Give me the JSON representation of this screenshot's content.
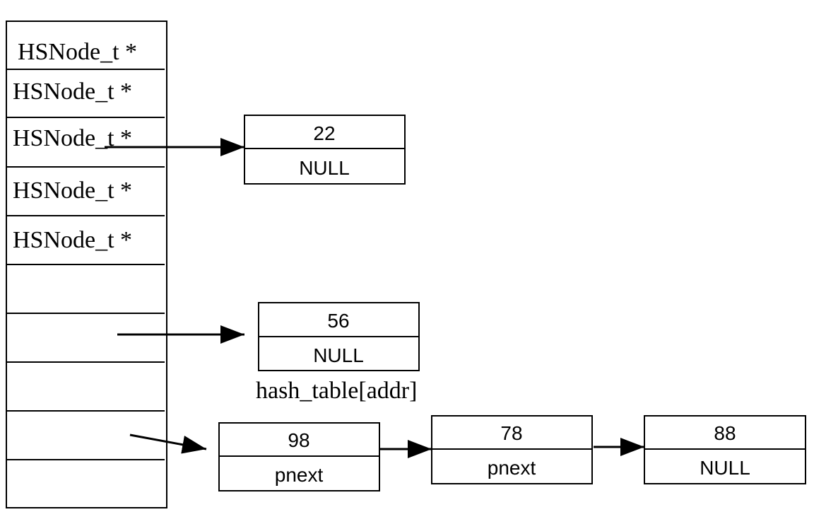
{
  "hash_table": {
    "slots": [
      "HSNode_t *",
      "HSNode_t *",
      "HSNode_t *",
      "HSNode_t *",
      "HSNode_t *",
      "",
      "",
      "",
      "",
      ""
    ]
  },
  "nodes": [
    {
      "value": "22",
      "next": "NULL"
    },
    {
      "value": "56",
      "next": "NULL"
    },
    {
      "value": "98",
      "next": "pnext"
    },
    {
      "value": "78",
      "next": "pnext"
    },
    {
      "value": "88",
      "next": "NULL"
    }
  ],
  "caption": "hash_table[addr]",
  "colors": {
    "stroke": "#000000",
    "background": "#ffffff"
  }
}
